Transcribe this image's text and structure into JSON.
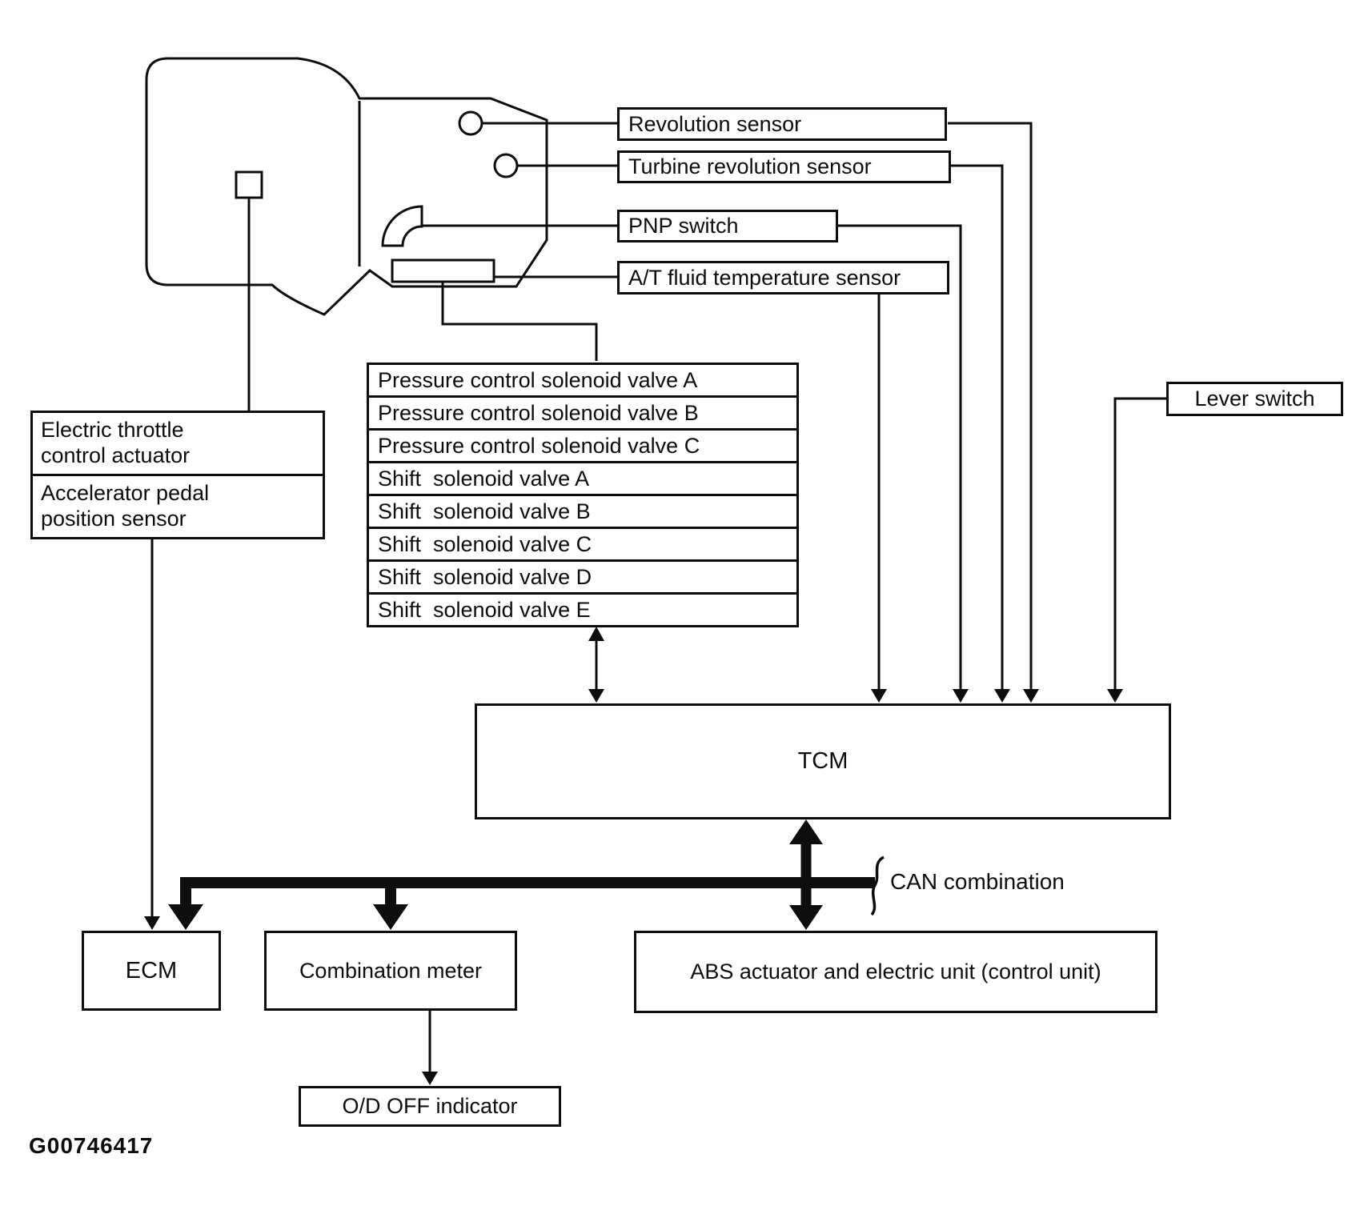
{
  "figure": {
    "id_code": "G00746417"
  },
  "boxes": {
    "revolution_sensor": "Revolution sensor",
    "turbine_revolution_sensor": "Turbine revolution sensor",
    "pnp_switch": "PNP switch",
    "at_fluid_temp_sensor": "A/T fluid temperature sensor",
    "lever_switch": "Lever switch",
    "tcm": "TCM",
    "ecm": "ECM",
    "combination_meter": "Combination meter",
    "abs_unit": "ABS actuator and electric unit (control unit)",
    "od_off_indicator": "O/D OFF indicator",
    "electric_throttle": {
      "l1": "Electric throttle",
      "l2": "control actuator"
    },
    "accelerator_pedal": {
      "l1": "Accelerator pedal",
      "l2": "position sensor"
    }
  },
  "solenoids": {
    "rows": [
      "Pressure control solenoid valve A",
      "Pressure control solenoid valve B",
      "Pressure control solenoid valve C",
      "Shift  solenoid valve A",
      "Shift  solenoid valve B",
      "Shift  solenoid valve C",
      "Shift  solenoid valve D",
      "Shift  solenoid valve E"
    ]
  },
  "bus": {
    "can_label": "CAN combination"
  },
  "colors": {
    "ink": "#0d0d0d",
    "background": "#ffffff"
  }
}
